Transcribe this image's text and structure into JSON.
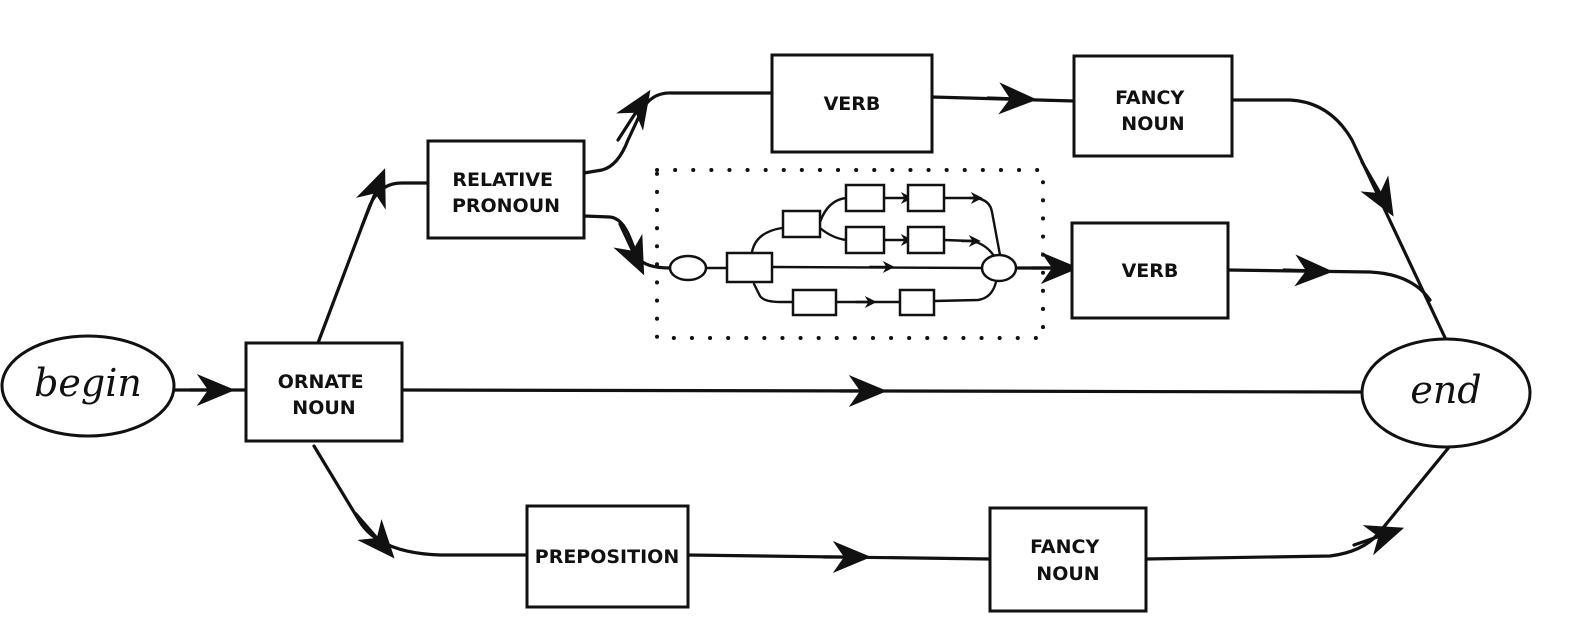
{
  "nodes": {
    "begin": "begin",
    "end": "end",
    "ornate_noun": [
      "ORNATE",
      "NOUN"
    ],
    "relative_pronoun": [
      "RELATIVE",
      "PRONOUN"
    ],
    "verb_top": "VERB",
    "fancy_noun_top": [
      "FANCY",
      "NOUN"
    ],
    "verb_mid": "VERB",
    "preposition": "PREPOSITION",
    "fancy_noun_bottom": [
      "FANCY",
      "NOUN"
    ]
  },
  "colors": {
    "ink": "#111111",
    "paper": "#ffffff"
  }
}
